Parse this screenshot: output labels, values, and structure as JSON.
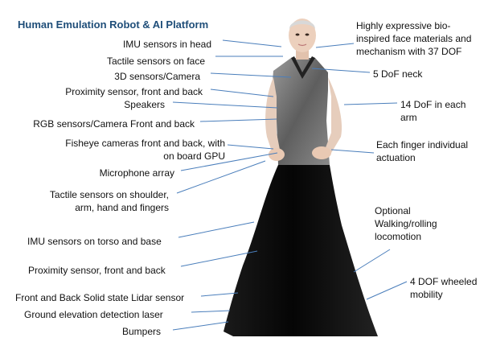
{
  "title": "Human Emulation Robot & AI Platform",
  "colors": {
    "title": "#1f4e79",
    "leader_line": "#4a7ebb",
    "label_text": "#111111",
    "skirt": "#0b0b0b",
    "top": "#7a7a7a",
    "skin": "#e9c9b3"
  },
  "left_labels": [
    "IMU sensors in head",
    "Tactile sensors on face",
    "3D sensors/Camera",
    "Proximity sensor, front and back",
    "Speakers",
    "RGB sensors/Camera Front and back",
    "Fisheye cameras front and back, with\non board GPU",
    "Microphone array",
    "Tactile sensors on shoulder,\narm, hand and fingers",
    "IMU sensors on torso and base",
    "Proximity sensor, front and back",
    "Front and Back Solid state Lidar sensor",
    "Ground elevation detection laser",
    "Bumpers"
  ],
  "right_labels": [
    "Highly expressive bio-\ninspired face materials and\nmechanism with 37 DOF",
    "5 DoF neck",
    "14 DoF in each\narm",
    "Each finger individual\nactuation",
    "Optional\nWalking/rolling\nlocomotion",
    "4 DOF wheeled\nmobility"
  ]
}
